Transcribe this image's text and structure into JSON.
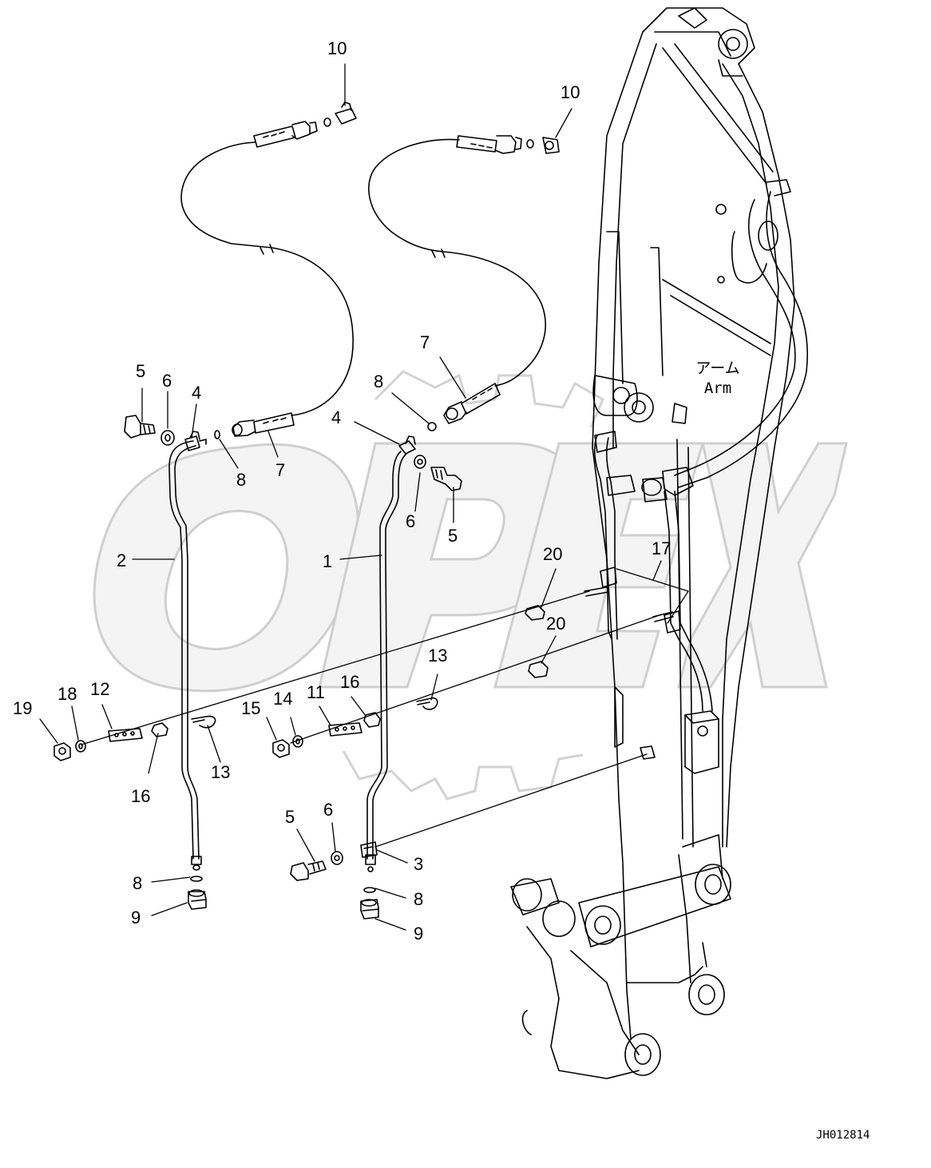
{
  "diagram": {
    "drawing_code": "JH012814",
    "watermark_text": "OPEX",
    "arm_label_jp": "アーム",
    "arm_label_en": "Arm"
  },
  "callouts": [
    {
      "id": "c10a",
      "text": "10"
    },
    {
      "id": "c10b",
      "text": "10"
    },
    {
      "id": "c7a",
      "text": "7"
    },
    {
      "id": "c8a",
      "text": "8"
    },
    {
      "id": "c5a",
      "text": "5"
    },
    {
      "id": "c6a",
      "text": "6"
    },
    {
      "id": "c4a",
      "text": "4"
    },
    {
      "id": "c8b",
      "text": "8"
    },
    {
      "id": "c7b",
      "text": "7"
    },
    {
      "id": "c4b",
      "text": "4"
    },
    {
      "id": "c6b",
      "text": "6"
    },
    {
      "id": "c5b",
      "text": "5"
    },
    {
      "id": "c2",
      "text": "2"
    },
    {
      "id": "c1",
      "text": "1"
    },
    {
      "id": "c20a",
      "text": "20"
    },
    {
      "id": "c17",
      "text": "17"
    },
    {
      "id": "c20b",
      "text": "20"
    },
    {
      "id": "c13a",
      "text": "13"
    },
    {
      "id": "c16a",
      "text": "16"
    },
    {
      "id": "c19",
      "text": "19"
    },
    {
      "id": "c18",
      "text": "18"
    },
    {
      "id": "c12",
      "text": "12"
    },
    {
      "id": "c15",
      "text": "15"
    },
    {
      "id": "c14",
      "text": "14"
    },
    {
      "id": "c11",
      "text": "11"
    },
    {
      "id": "c13b",
      "text": "13"
    },
    {
      "id": "c16b",
      "text": "16"
    },
    {
      "id": "c5c",
      "text": "5"
    },
    {
      "id": "c6c",
      "text": "6"
    },
    {
      "id": "c3",
      "text": "3"
    },
    {
      "id": "c8c",
      "text": "8"
    },
    {
      "id": "c9a",
      "text": "9"
    },
    {
      "id": "c8d",
      "text": "8"
    },
    {
      "id": "c9b",
      "text": "9"
    }
  ]
}
